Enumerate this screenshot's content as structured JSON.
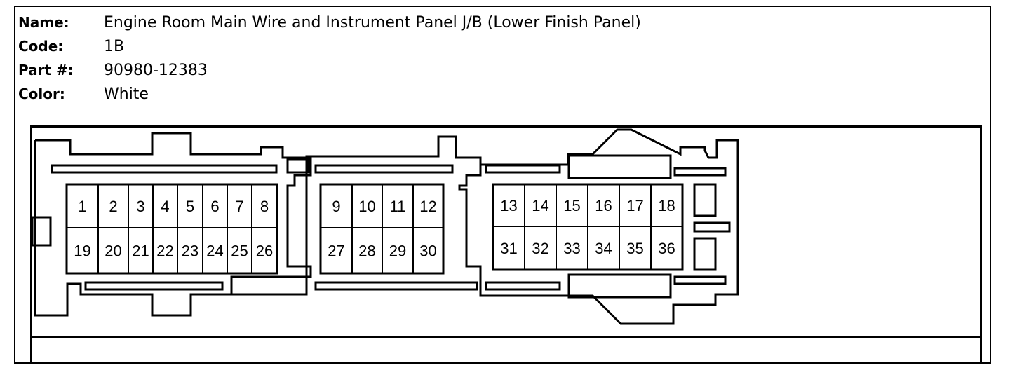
{
  "info": [
    {
      "label": "Name:",
      "value": "Engine Room Main Wire and Instrument Panel J/B (Lower Finish Panel)"
    },
    {
      "label": "Code:",
      "value": "1B"
    },
    {
      "label": "Part #:",
      "value": "90980-12383"
    },
    {
      "label": "Color:",
      "value": "White"
    }
  ],
  "pins": {
    "block_a_top": [
      "1",
      "2",
      "3",
      "4",
      "5",
      "6",
      "7",
      "8"
    ],
    "block_a_bottom": [
      "19",
      "20",
      "21",
      "22",
      "23",
      "24",
      "25",
      "26"
    ],
    "block_b_top": [
      "9",
      "10",
      "11",
      "12"
    ],
    "block_b_bottom": [
      "27",
      "28",
      "29",
      "30"
    ],
    "block_c_top": [
      "13",
      "14",
      "15",
      "16",
      "17",
      "18"
    ],
    "block_c_bottom": [
      "31",
      "32",
      "33",
      "34",
      "35",
      "36"
    ]
  }
}
